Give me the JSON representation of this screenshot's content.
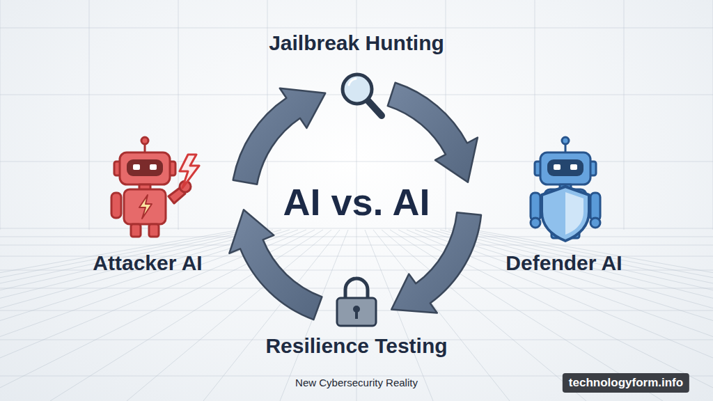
{
  "diagram": {
    "title": "AI vs. AI",
    "caption": "New Cybersecurity Reality",
    "labels": [
      "Jailbreak Hunting",
      "Attacker AI",
      "Defender AI",
      "Resilience Testing",
      "technologyform.info"
    ]
  }
}
